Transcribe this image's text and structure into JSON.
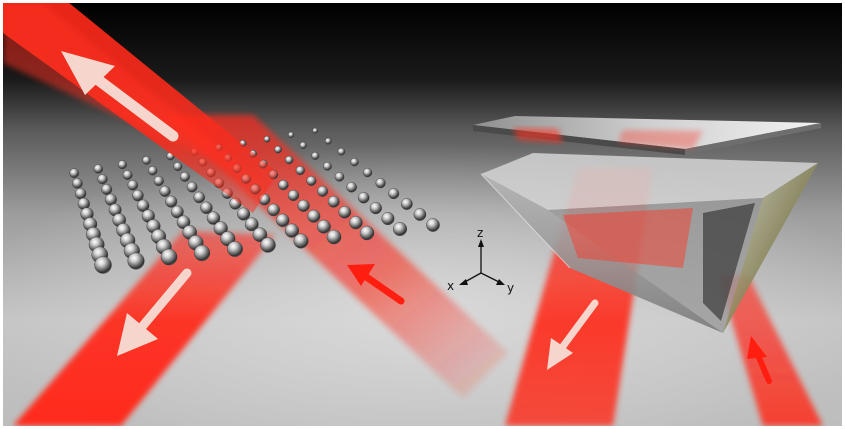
{
  "axes": {
    "x_label": "x",
    "y_label": "y",
    "z_label": "z"
  },
  "beams": [
    {
      "id": "beam-upper-left-outgoing",
      "direction": "outgoing"
    },
    {
      "id": "beam-lower-left-outgoing",
      "direction": "outgoing"
    },
    {
      "id": "beam-center-incoming",
      "direction": "incoming"
    },
    {
      "id": "beam-prism-outgoing",
      "direction": "outgoing"
    },
    {
      "id": "beam-prism-incoming",
      "direction": "incoming"
    }
  ],
  "colors": {
    "beam": "#ff2a1a",
    "arrow_out": "#f6d6cc",
    "arrow_in": "#ff1e10",
    "background_top": "#000000",
    "floor": "#b9b9b9"
  },
  "icons": {
    "axis_triad": "xyz-axis-triad-icon",
    "atom": "sphere-atom-icon"
  }
}
